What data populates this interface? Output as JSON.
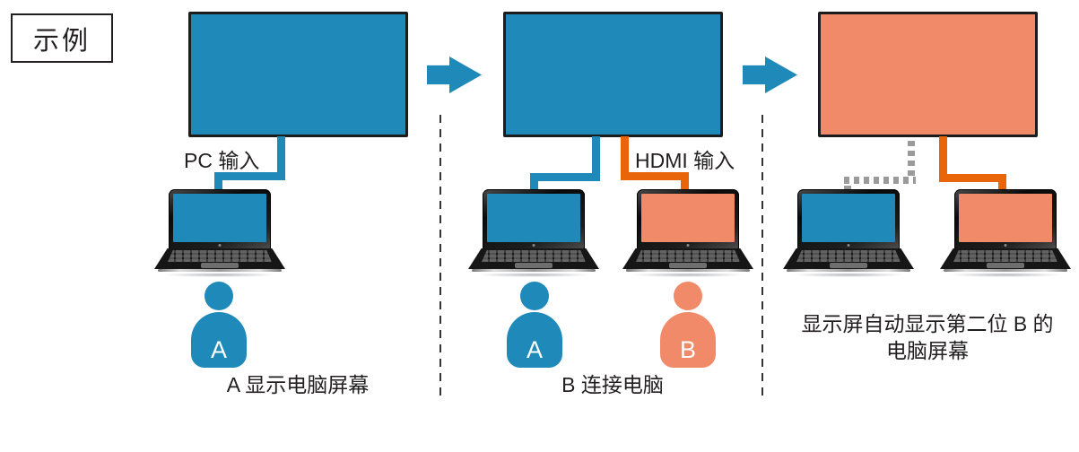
{
  "example_label": "示例",
  "colors": {
    "blue": "#1f89b9",
    "salmon": "#f08a68",
    "orange": "#e8650a",
    "gray_dash": "#9a9a9a",
    "ink": "#231f20"
  },
  "icons": {
    "flow_arrow": "right-arrow-icon",
    "person": "person-icon",
    "laptop": "laptop-icon",
    "display": "display-icon"
  },
  "panels": {
    "p1": {
      "cable_label": "PC 输入",
      "person_a": "A",
      "caption": "A 显示电脑屏幕"
    },
    "p2": {
      "cable_label": "HDMI 输入",
      "person_a": "A",
      "person_b": "B",
      "caption": "B 连接电脑"
    },
    "p3": {
      "caption_line1": "显示屏自动显示第二位 B 的",
      "caption_line2": "电脑屏幕"
    }
  }
}
